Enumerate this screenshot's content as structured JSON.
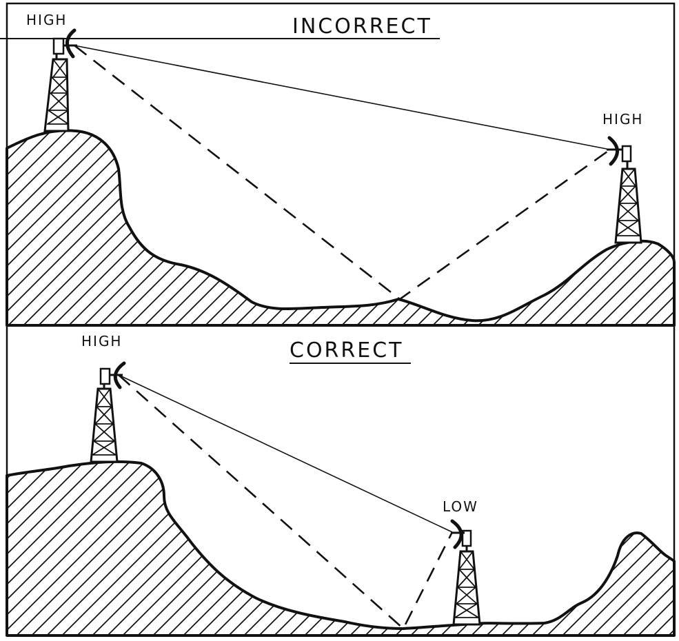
{
  "panels": [
    {
      "title": "INCORRECT",
      "antenna_labels": {
        "left": "HIGH",
        "right": "HIGH"
      }
    },
    {
      "title": "CORRECT",
      "antenna_labels": {
        "left": "HIGH",
        "right": "LOW"
      }
    }
  ]
}
